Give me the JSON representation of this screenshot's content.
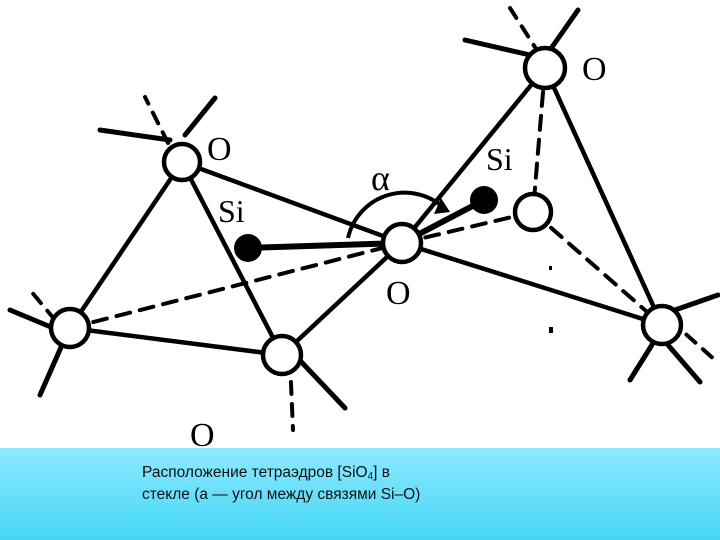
{
  "labels": {
    "o_top_right": "O",
    "o_upper_left": "O",
    "si_left": "Si",
    "alpha": "α",
    "si_right": "Si",
    "o_center": "O",
    "o_bottom_left": "O"
  },
  "caption": {
    "line1_before": "Расположение тетраэдров [SiO",
    "line1_sub": "4",
    "line1_after": "] в",
    "line2": "стекле (a — угол между связями Si–O)"
  },
  "colors": {
    "ink": "#000000",
    "caption_band_top": "#8fe9ff",
    "caption_band_bottom": "#43d6f5"
  }
}
